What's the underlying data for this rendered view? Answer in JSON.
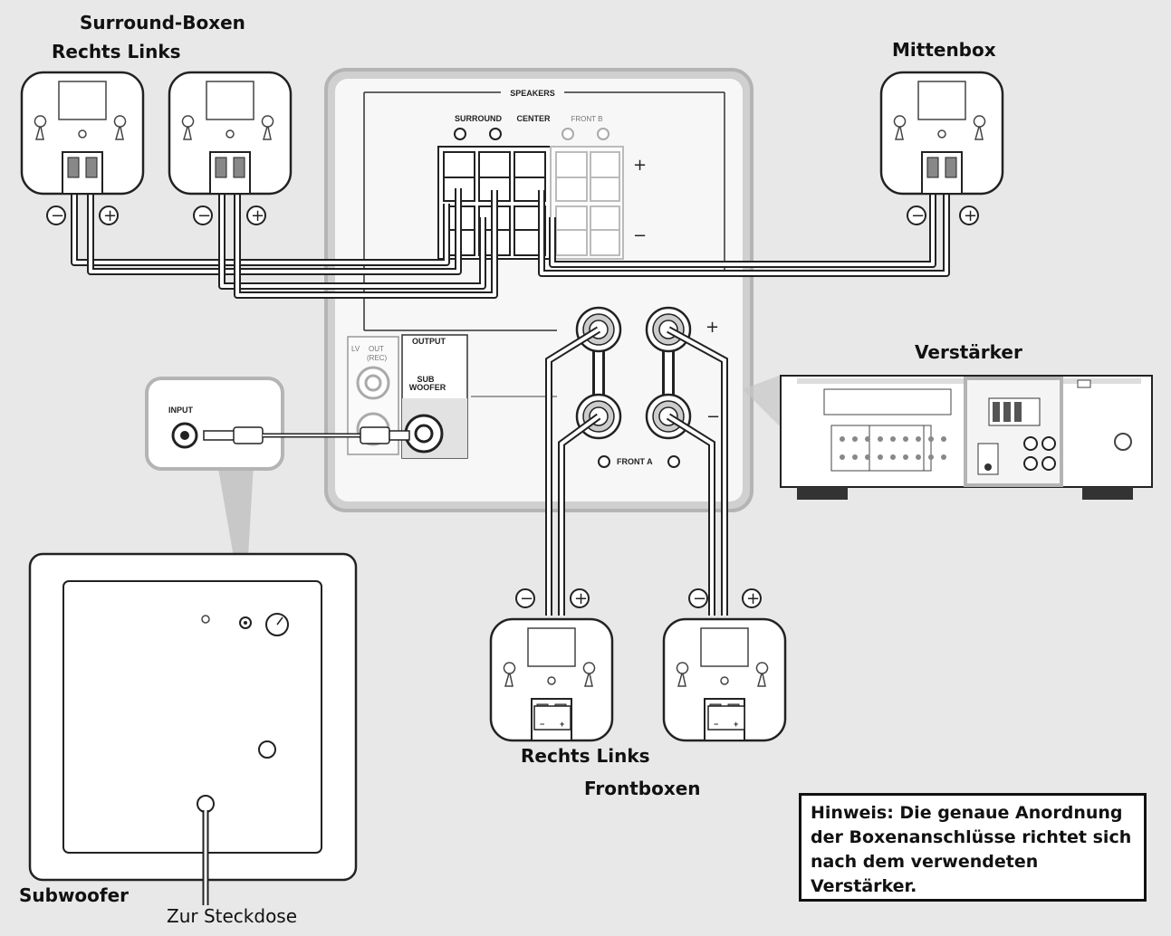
{
  "labels": {
    "surround_title": "Surround-Boxen",
    "surround_sub": "Rechts Links",
    "center": "Mittenbox",
    "amplifier": "Verstärker",
    "front_sub": "Rechts Links",
    "front_title": "Frontboxen",
    "subwoofer": "Subwoofer",
    "outlet": "Zur Steckdose"
  },
  "panel": {
    "speakers": "SPEAKERS",
    "surround": "SURROUND",
    "center": "CENTER",
    "front_b": "FRONT B",
    "front_a": "FRONT A",
    "output": "OUTPUT",
    "sub": "SUB",
    "woofer": "WOOFER",
    "out": "OUT",
    "rec": "(REC)",
    "plus": "+",
    "minus": "−"
  },
  "input_label": "INPUT",
  "note": "Hinweis: Die genaue Anordnung der Boxenanschlüsse richtet sich nach dem verwendeten Verstärker."
}
